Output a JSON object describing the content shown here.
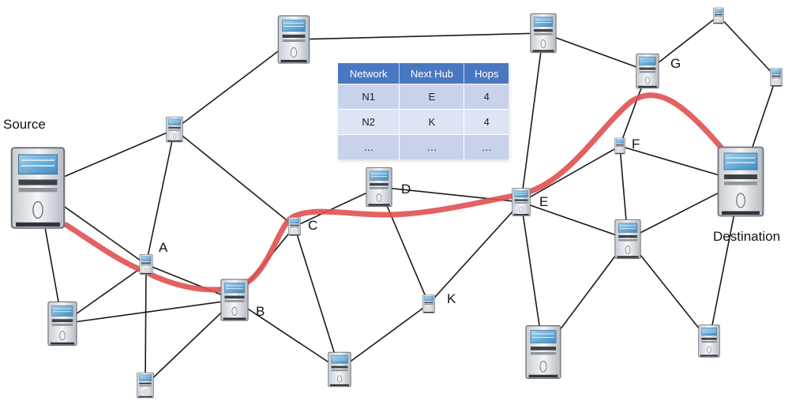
{
  "labels": {
    "source": "Source",
    "destination": "Destination",
    "a": "A",
    "b": "B",
    "c": "C",
    "d": "D",
    "e": "E",
    "f": "F",
    "g": "G",
    "k": "K"
  },
  "routing_table": {
    "headers": [
      "Network",
      "Next Hub",
      "Hops"
    ],
    "rows": [
      [
        "N1",
        "E",
        "4"
      ],
      [
        "N2",
        "K",
        "4"
      ],
      [
        "…",
        "…",
        "…"
      ]
    ]
  },
  "colors": {
    "route": "#e05050",
    "link": "#1a1a1a",
    "table_header": "#4a78c0",
    "server_screen": "#5aa6d8"
  }
}
